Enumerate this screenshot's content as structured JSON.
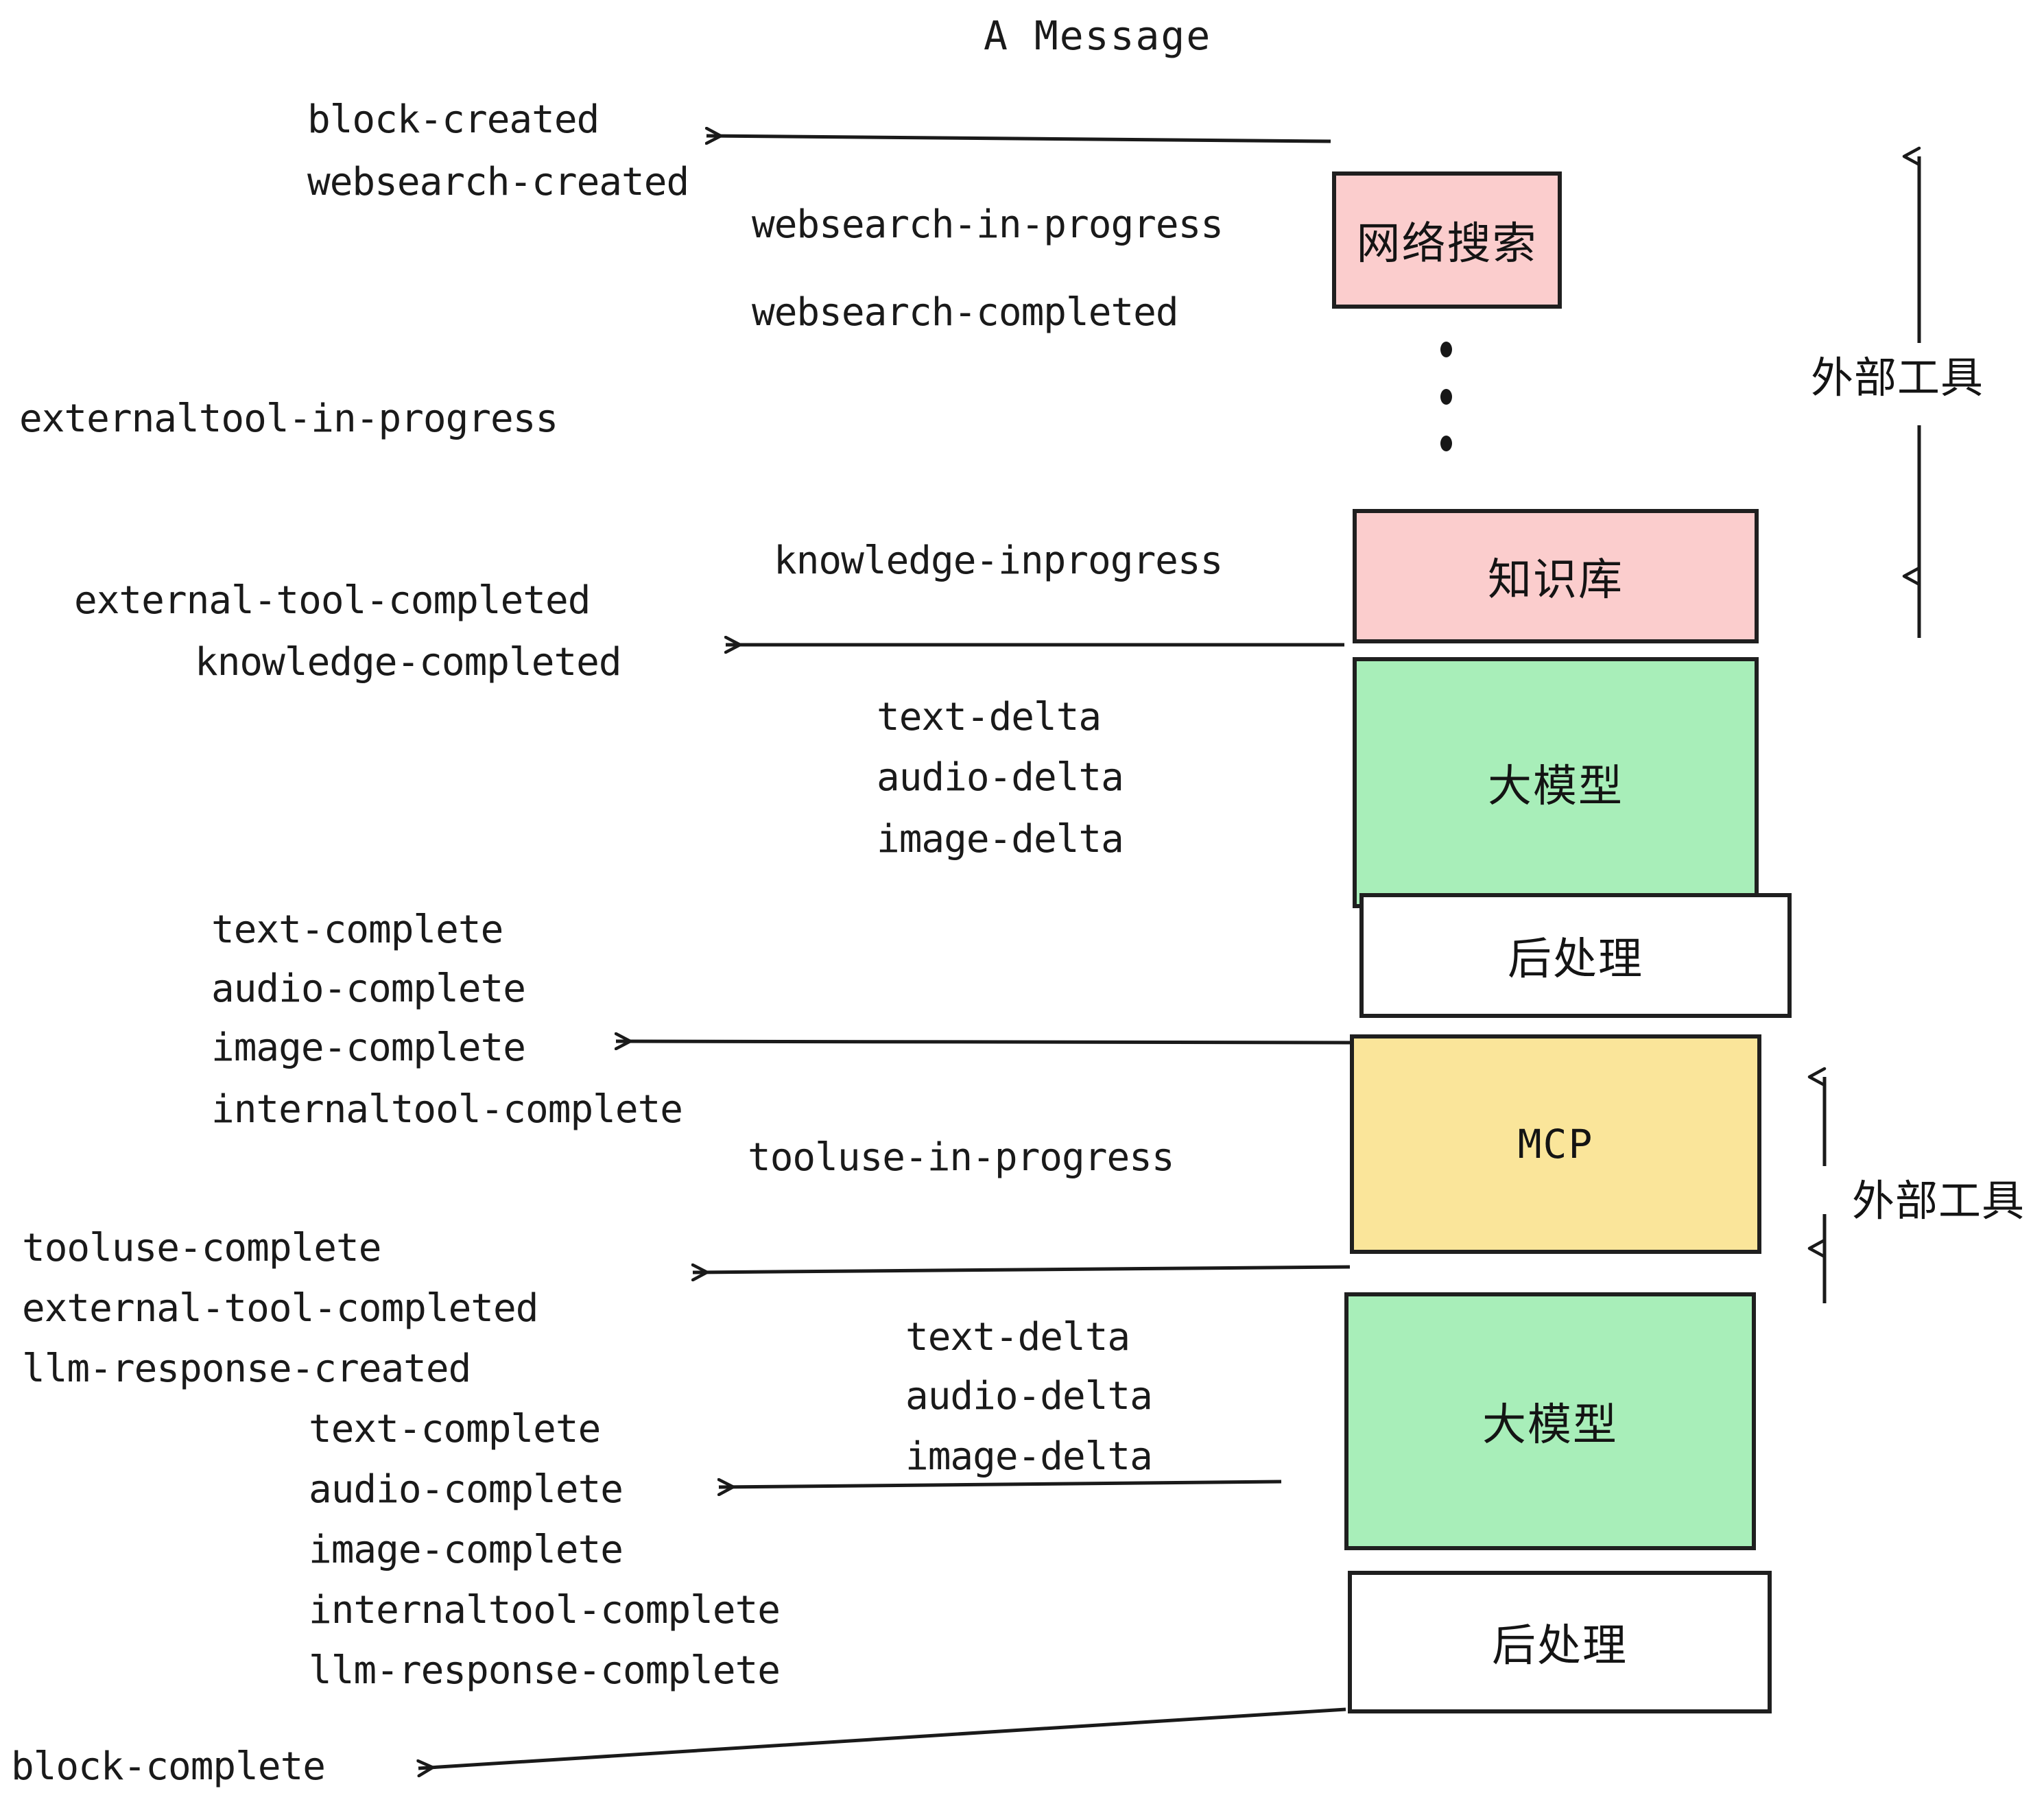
{
  "diagram": {
    "title": "A Message",
    "events": {
      "block_created": "block-created",
      "websearch_created": "websearch-created",
      "websearch_in_progress": "websearch-in-progress",
      "websearch_completed": "websearch-completed",
      "externaltool_in_progress": "externaltool-in-progress",
      "knowledge_inprogress": "knowledge-inprogress",
      "external_tool_completed_1": "external-tool-completed",
      "knowledge_completed": "knowledge-completed",
      "text_delta_1": "text-delta",
      "audio_delta_1": "audio-delta",
      "image_delta_1": "image-delta",
      "text_complete_1": "text-complete",
      "audio_complete_1": "audio-complete",
      "image_complete_1": "image-complete",
      "internaltool_complete_1": "internaltool-complete",
      "tooluse_in_progress": "tooluse-in-progress",
      "tooluse_complete": "tooluse-complete",
      "external_tool_completed_2": "external-tool-completed",
      "llm_response_created": "llm-response-created",
      "text_delta_2": "text-delta",
      "audio_delta_2": "audio-delta",
      "image_delta_2": "image-delta",
      "text_complete_2": "text-complete",
      "audio_complete_2": "audio-complete",
      "image_complete_2": "image-complete",
      "internaltool_complete_2": "internaltool-complete",
      "llm_response_complete": "llm-response-complete",
      "block_complete": "block-complete"
    },
    "nodes": {
      "websearch": "网络搜索",
      "knowledge_base": "知识库",
      "llm_top": "大模型",
      "postprocess_top": "后处理",
      "mcp": "MCP",
      "llm_bottom": "大模型",
      "postprocess_bottom": "后处理"
    },
    "annotations": {
      "external_tools_top": "外部工具",
      "external_tools_bottom": "外部工具"
    },
    "colors": {
      "pink_fill": "#fbcdcd",
      "green_fill": "#a8eeb9",
      "yellow_fill": "#fae59a",
      "white_fill": "#ffffff",
      "stroke": "#1f1f1f",
      "text": "#1a1a1a",
      "background": "#ffffff"
    }
  }
}
